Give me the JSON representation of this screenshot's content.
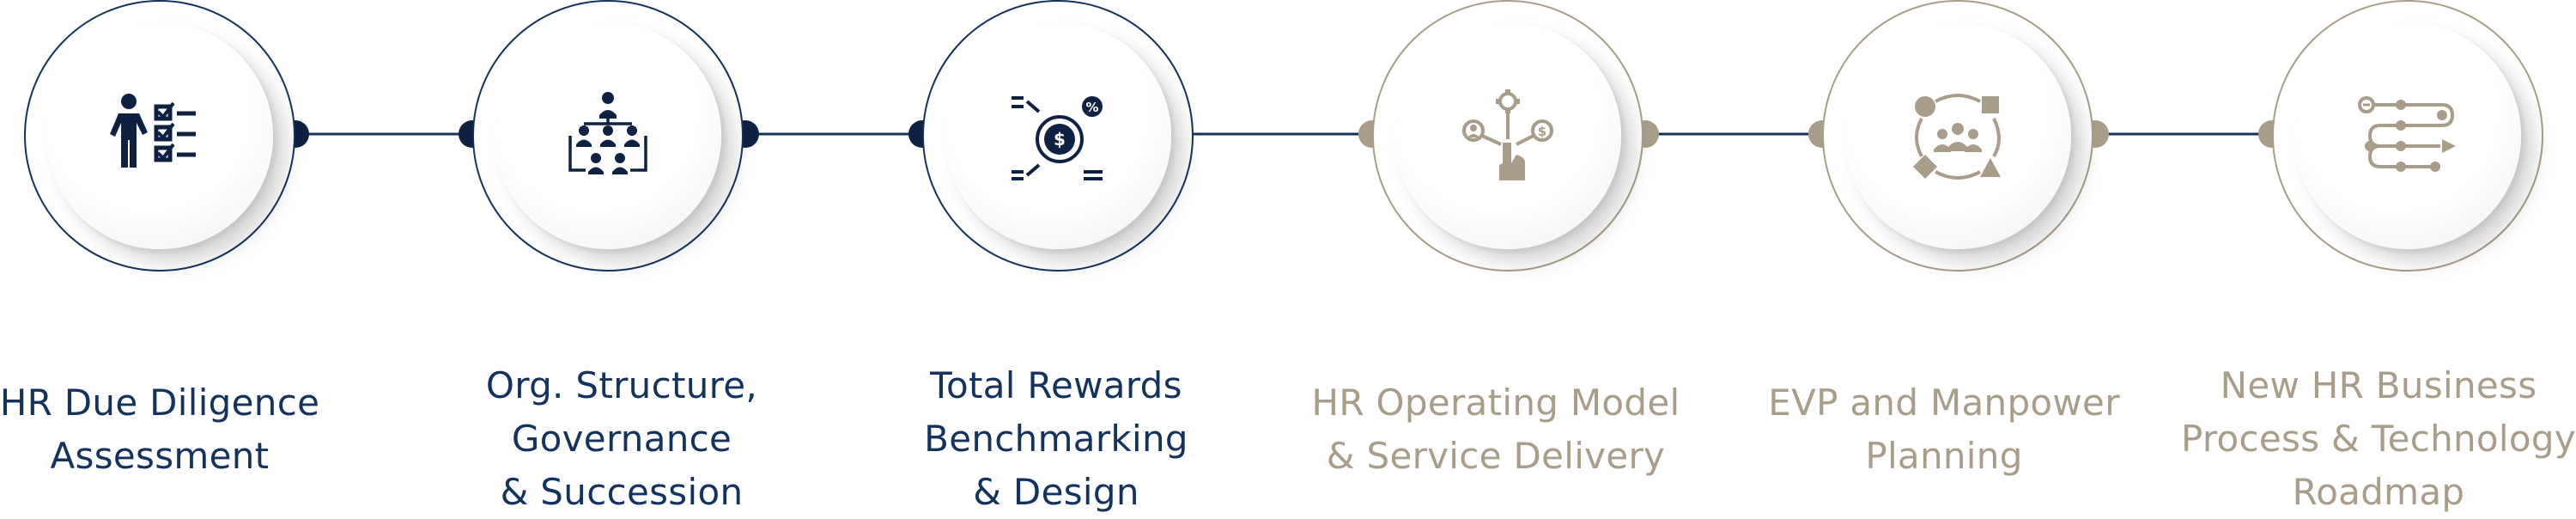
{
  "colors": {
    "active": "#14325e",
    "inactive": "#a89d89",
    "active_icon": "#0f2143"
  },
  "steps": [
    {
      "icon": "person-checklist-icon",
      "state": "active",
      "lines": [
        "HR Due Diligence",
        "Assessment"
      ]
    },
    {
      "icon": "org-chart-icon",
      "state": "active",
      "lines": [
        "Org. Structure,",
        "Governance",
        "& Succession"
      ]
    },
    {
      "icon": "rewards-dollar-percent-icon",
      "state": "active",
      "lines": [
        "Total Rewards",
        "Benchmarking",
        "& Design"
      ]
    },
    {
      "icon": "hand-touch-settings-icon",
      "state": "inactive",
      "lines": [
        "HR Operating Model",
        "& Service Delivery"
      ]
    },
    {
      "icon": "team-shapes-cycle-icon",
      "state": "inactive",
      "lines": [
        "EVP and Manpower",
        "Planning"
      ]
    },
    {
      "icon": "process-roadmap-icon",
      "state": "inactive",
      "lines": [
        "New HR Business",
        "Process & Technology",
        "Roadmap"
      ]
    }
  ]
}
